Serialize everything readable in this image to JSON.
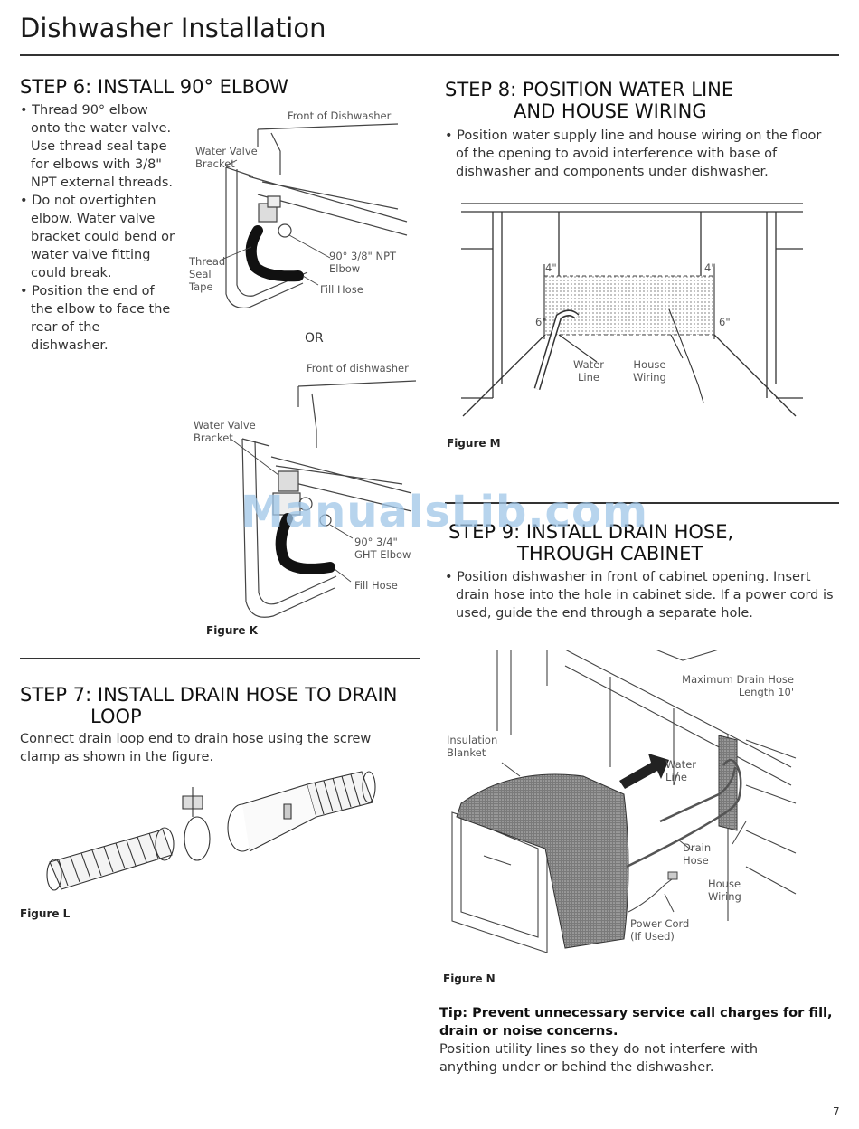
{
  "header": {
    "title": "Dishwasher Installation"
  },
  "step6": {
    "heading": "STEP 6: INSTALL 90° ELBOW",
    "bullets": [
      "Thread 90° elbow onto the water valve. Use thread seal tape for elbows with 3/8\" NPT external threads.",
      "Do not overtighten elbow. Water valve bracket could bend or water valve fitting could break.",
      "Position the end of the elbow to face the rear of the dishwasher."
    ],
    "fig1_labels": {
      "front": "Front of Dishwasher",
      "bracket": "Water Valve\nBracket",
      "elbow": "90° 3/8\" NPT\nElbow",
      "tape": "Thread\nSeal\nTape",
      "hose": "Fill Hose"
    },
    "or": "OR",
    "fig2_labels": {
      "front": "Front of dishwasher",
      "bracket": "Water Valve\nBracket",
      "elbow": "90° 3/4\"\nGHT Elbow",
      "hose": "Fill Hose"
    },
    "caption": "Figure K"
  },
  "step7": {
    "heading_line1": "STEP 7: INSTALL DRAIN HOSE TO DRAIN",
    "heading_line2": "LOOP",
    "body": "Connect drain loop end to drain hose using the screw clamp as shown in the figure.",
    "caption": "Figure L"
  },
  "step8": {
    "heading_line1": "STEP 8: POSITION WATER LINE",
    "heading_line2": "AND HOUSE WIRING",
    "bullet": "Position water supply line and house wiring on the floor of the opening to avoid interference with base of dishwasher and components under dishwasher.",
    "labels": {
      "d4a": "4\"",
      "d4b": "4\"",
      "d6a": "6\"",
      "d6b": "6\"",
      "water": "Water\nLine",
      "wiring": "House\nWiring"
    },
    "caption": "Figure M"
  },
  "step9": {
    "heading_line1": "STEP 9: INSTALL DRAIN HOSE,",
    "heading_line2": "THROUGH CABINET",
    "bullet": "Position dishwasher in front of cabinet opening. Insert drain hose into the hole in cabinet side. If a power cord is used, guide the end through a separate hole.",
    "labels": {
      "max": "Maximum Drain Hose\nLength 10'",
      "insulation": "Insulation\nBlanket",
      "water": "Water\nLine",
      "drain": "Drain\nHose",
      "wiring": "House\nWiring",
      "cord": "Power Cord\n(If Used)"
    },
    "caption": "Figure N"
  },
  "tip": {
    "heading": "Tip: Prevent unnecessary service call charges for fill, drain or noise concerns.",
    "body": "Position utility lines so they do not interfere with anything under or behind the dishwasher."
  },
  "watermark": "ManualsLib.com",
  "page_number": "7"
}
